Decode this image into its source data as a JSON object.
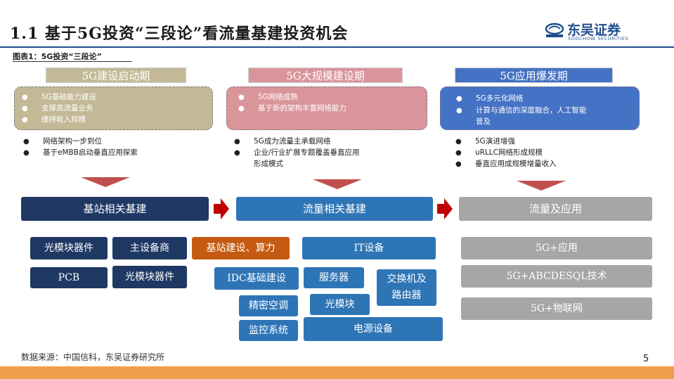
{
  "header": {
    "title": "1.1 基于5G投资“三段论”看流量基建投资机会",
    "logo_cn": "东吴证券",
    "logo_en": "SOOCHOW SECURITIES",
    "logo_mark": "logo-mark-icon"
  },
  "figure_label": "图表1：5G投资“三段论”",
  "phases": [
    {
      "title": "5G建设启动期",
      "box_items": [
        "5G基础能力建设",
        "支撑高流量业务",
        "维持收入规模"
      ],
      "items": [
        "网络架构一步到位",
        "基于eMBB启动垂直应用探索"
      ]
    },
    {
      "title": "5G大规模建设期",
      "box_items": [
        "5G网络成熟",
        "基于新的架构丰富网络能力"
      ],
      "items": [
        "5G成为流量主承载网络",
        "企业/行业扩展专题覆盖垂直应用",
        "形成模式"
      ]
    },
    {
      "title": "5G应用爆发期",
      "box_items": [
        "5G多元化网络",
        "计算与通信的深度融合，人工智能",
        "普及"
      ],
      "items": [
        "5G演进增强",
        "uRLLC网络形成规模",
        "垂直应用成规模增量收入"
      ]
    }
  ],
  "categories": [
    "基站相关基建",
    "流量相关基建",
    "流量及应用"
  ],
  "tags": {
    "base_station": [
      "光模块器件",
      "主设备商",
      "基站建设、算力",
      "PCB",
      "光模块器件"
    ],
    "traffic": [
      "IT设备",
      "IDC基础建设",
      "服务器",
      "交换机及",
      "路由器",
      "精密空调",
      "光模块",
      "监控系统",
      "电源设备"
    ],
    "application": [
      "5G+应用",
      "5G+ABCDESQL技术",
      "5G+物联网"
    ]
  },
  "source": "数据来源：中国信科，东吴证券研究所",
  "page_number": "5",
  "colors": {
    "navy": "#1f3864",
    "blue": "#2e75b6",
    "gray": "#a6a6a6",
    "orange": "#c55a11",
    "khaki": "#c3b996",
    "pink": "#d9959a",
    "royal": "#4472c4",
    "arrow_red": "#c00000",
    "footer": "#f0a04b"
  }
}
